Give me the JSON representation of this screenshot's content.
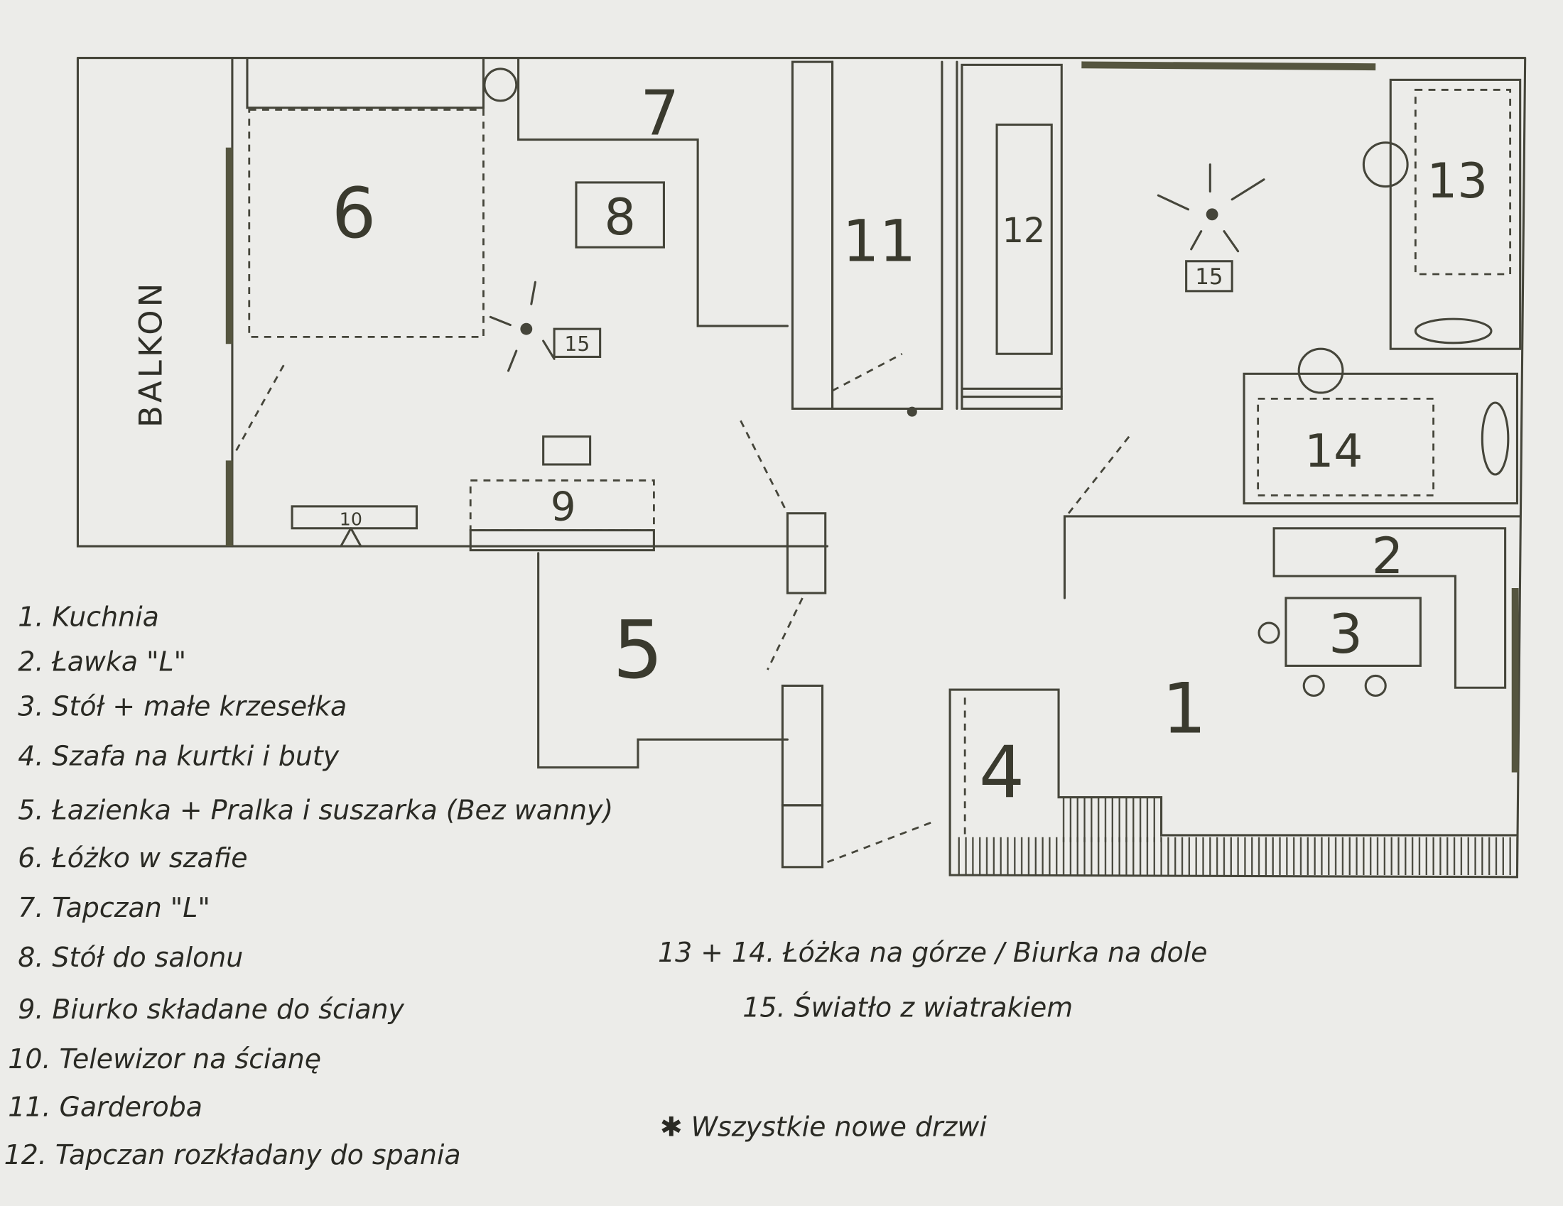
{
  "plan": {
    "balcony_label": "BALKON",
    "room_numbers": {
      "n1": "1",
      "n2": "2",
      "n3": "3",
      "n4": "4",
      "n5": "5",
      "n6": "6",
      "n7": "7",
      "n8": "8",
      "n9": "9",
      "n10": "10",
      "n11": "11",
      "n12": "12",
      "n13": "13",
      "n14": "14",
      "n15a": "15",
      "n15b": "15"
    },
    "colors": {
      "ink": "#45453a",
      "paper": "#ecece9"
    }
  },
  "legend": {
    "items": [
      "1. Kuchnia",
      "2. Ławka \"L\"",
      "3. Stół + małe krzesełka",
      "4. Szafa na kurtki i buty",
      "5. Łazienka + Pralka i suszarka (Bez wanny)",
      "6. Łóżko w szafie",
      "7. Tapczan \"L\"",
      "8. Stół do salonu",
      "9. Biurko składane do ściany",
      "10. Telewizor na ścianę",
      "11. Garderoba",
      "12. Tapczan rozkładany do spania"
    ],
    "extra": [
      "13 + 14. Łóżka na górze / Biurka na dole",
      "15. Światło z wiatrakiem"
    ],
    "note": "✱ Wszystkie nowe drzwi"
  }
}
